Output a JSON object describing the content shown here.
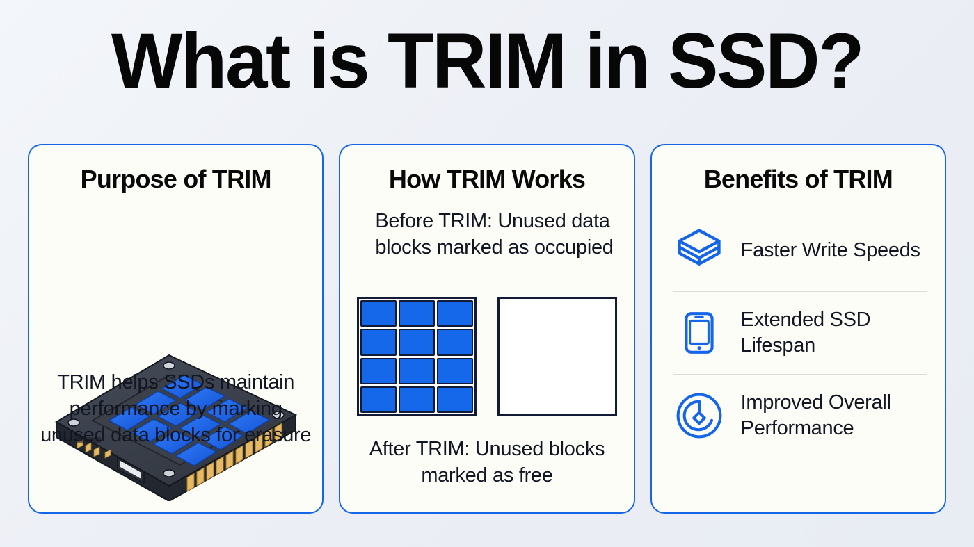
{
  "title": "What is TRIM in SSD?",
  "colors": {
    "accent_blue": "#1565e8",
    "block_blue": "#1668ea",
    "card_bg": "#fdfdf7",
    "page_bg": "#eceff5",
    "text_dark": "#111622",
    "divider": "#dcdcdc"
  },
  "cards": [
    {
      "id": "purpose",
      "title": "Purpose of TRIM",
      "illustration": "ssd-drive-isometric",
      "caption": "TRIM helps SSDs maintain performance by marking unused data blocks for erasure"
    },
    {
      "id": "how-it-works",
      "title": "How TRIM Works",
      "before_label": "Before TRIM: Unused data blocks marked as occupied",
      "after_label": "After TRIM:  Unused blocks marked as free",
      "diagram": {
        "occupied_grid": {
          "columns": 3,
          "rows": 4,
          "filled_blocks": 12
        },
        "free_box": {
          "columns": 1,
          "rows": 1,
          "filled_blocks": 0
        }
      }
    },
    {
      "id": "benefits",
      "title": "Benefits of TRIM",
      "items": [
        {
          "icon": "layers-stack-icon",
          "label": "Faster Write Speeds"
        },
        {
          "icon": "tablet-device-icon",
          "label": "Extended SSD Lifespan"
        },
        {
          "icon": "gauge-performance-icon",
          "label": "Improved Overall Performance"
        }
      ]
    }
  ]
}
